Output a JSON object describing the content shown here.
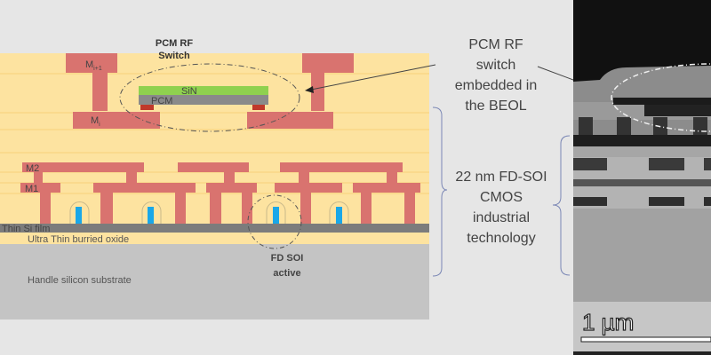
{
  "schematic": {
    "title_line1": "PCM RF",
    "title_line2": "Switch",
    "metal_top": "M",
    "metal_top_sub": "i+1",
    "metal_bottom": "M",
    "metal_bottom_sub": "i",
    "sin_label": "SiN",
    "pcm_label": "PCM",
    "m2_label": "M2",
    "m1_label": "M1",
    "thin_si_label": "Thin Si film",
    "box_label": "Ultra Thin burried oxide",
    "substrate_label": "Handle silicon substrate",
    "fdsoi_line1": "FD SOI",
    "fdsoi_line2": "active"
  },
  "annotations": {
    "beol_lines": [
      "PCM RF",
      "switch",
      "embedded in",
      "the BEOL"
    ],
    "cmos_lines": [
      "22 nm FD-SOI",
      "CMOS",
      "industrial",
      "technology"
    ]
  },
  "tem": {
    "scale_bar": "1 µm"
  },
  "colors": {
    "dielectric": "#fde3a0",
    "metal": "#d9736f",
    "sin": "#8fd14f",
    "pcm": "#8a8a8a",
    "gate": "#1aa7e8",
    "substrate": "#c4c4c4",
    "bracket": "#7b87b5"
  }
}
